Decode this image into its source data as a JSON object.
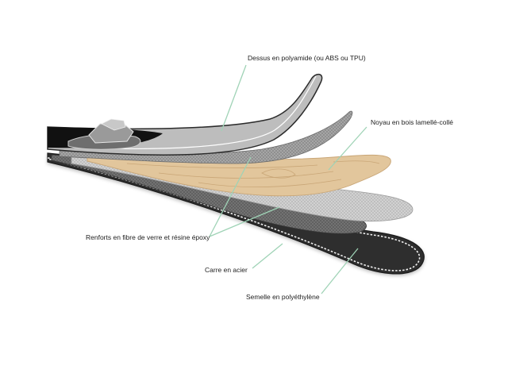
{
  "labels": {
    "top_layer": "Dessus en polyamide (ou ABS ou TPU)",
    "core": "Noyau en bois lamellé-collé",
    "reinforcement": "Renforts en fibre de verre et résine époxy",
    "steel_edge": "Carre en acier",
    "base": "Semelle en polyéthylène"
  },
  "colors": {
    "leader_line": "#9fd3b6",
    "wood": "#e2c69c",
    "wood_grain": "#c9a677",
    "top_sheet": "#bdbdbd",
    "mesh": "#8a8a8a",
    "base": "#2e2e2e",
    "edge": "#f2f2f2"
  }
}
